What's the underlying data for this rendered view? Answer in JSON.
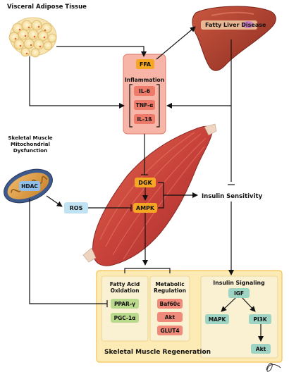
{
  "labels": {
    "visceral_adipose": "Visceral Adipose Tissue",
    "fatty_liver": "Fatty Liver Disease",
    "ffa": "FFA",
    "inflammation": "Inflammation",
    "il6": "IL-6",
    "tnf": "TNF-α",
    "il1b": "IL-1ß",
    "skeletal_muscle_title": [
      "Skeletal Muscle",
      "Mitochondrial",
      "Dysfunction"
    ],
    "hdac": "HDAC",
    "ros": "ROS",
    "dgk": "DGK",
    "ampk": "AMPK",
    "insulin_sensitivity": "Insulin Sensitivity",
    "fatty_acid_oxidation": [
      "Fatty Acid",
      "Oxidation"
    ],
    "ppar": "PPAR-γ",
    "pgc": "PGC-1α",
    "metabolic_regulation": [
      "Metabolic",
      "Regulation"
    ],
    "baf60c": "Baf60c",
    "akt": "Akt",
    "glut4": "GLUT4",
    "insulin_signaling": "Insulin Signaling",
    "igf": "IGF",
    "mapk": "MAPK",
    "pi3k": "PI3K",
    "akt2": "Akt",
    "regeneration": "Skeletal Muscle Regeneration"
  },
  "colors": {
    "inflammation_box": "#f2a79a",
    "inflammation_border": "#d9534f",
    "gold_pill": "#f5a623",
    "red_pill": "#f08a7a",
    "green_pill": "#b9d98c",
    "teal_pill": "#9ed4c4",
    "ros_pill": "#bfe3f2",
    "hdac_pill": "#8fbfe8",
    "regen_bg": "#fdebb6",
    "regen_border": "#f5c24d"
  }
}
